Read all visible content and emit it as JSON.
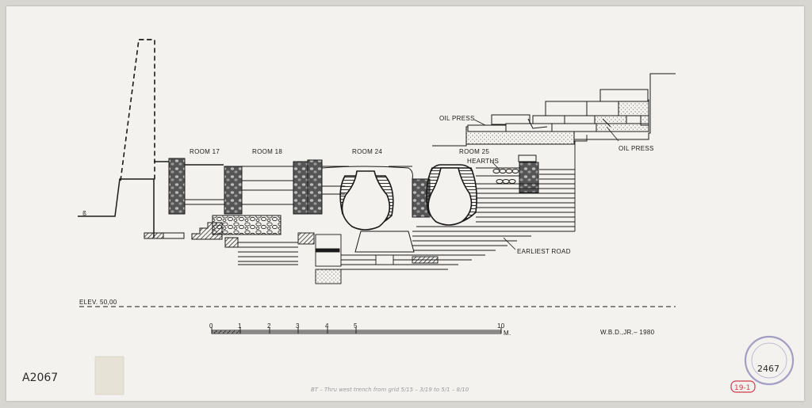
{
  "drawing": {
    "labels": {
      "room_17": "ROOM 17",
      "room_18": "ROOM 18",
      "room_24": "ROOM 24",
      "room_25": "ROOM 25",
      "hearths": "HEARTHS",
      "oil_press_upper": "OIL PRESS",
      "oil_press_lower": "OIL PRESS",
      "earliest_road": "EARLIEST ROAD",
      "elevation": "ELEV. 50,00"
    },
    "scale_bar": {
      "ticks": [
        "0",
        "1",
        "2",
        "3",
        "4",
        "5",
        "10"
      ],
      "unit": "M."
    },
    "author_credit": "W.B.D.,JR.– 1980",
    "catalog_number": "A2067",
    "stamp_number": "2467",
    "red_label": "19-1",
    "pencil_note": "BT – Thru west trench from grid 5/15 – 3/19 to 5/1 – 8/10"
  },
  "colors": {
    "ink": "#1a1a1a",
    "paper": "#f3f2ee",
    "stamp": "#8f88b8",
    "red_note": "#d13a48"
  }
}
